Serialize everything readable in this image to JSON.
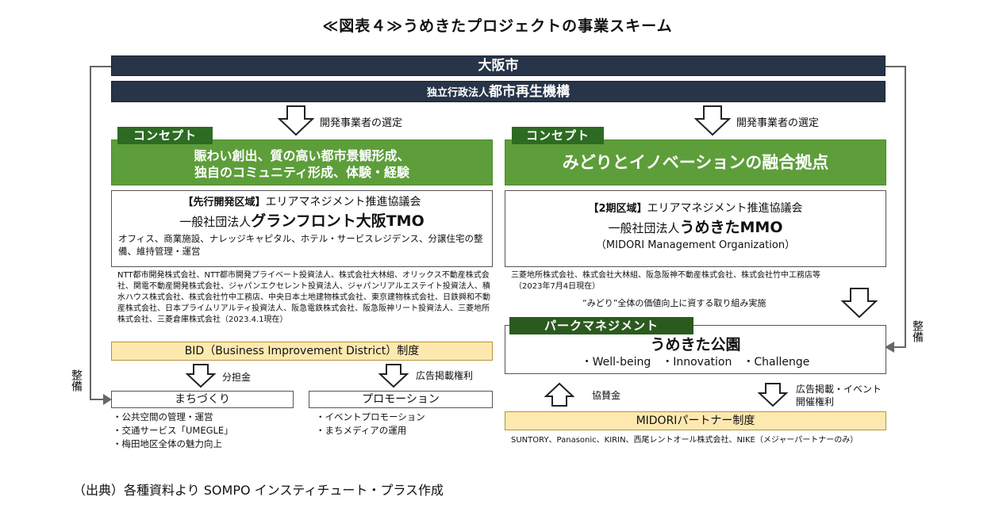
{
  "title": "≪図表４≫うめきたプロジェクトの事業スキーム",
  "top": {
    "osaka": "大阪市",
    "ur_prefix": "独立行政法人",
    "ur_name": "都市再生機構"
  },
  "left": {
    "arrow_label": "開発事業者の選定",
    "tab": "コンセプト",
    "concept_line1": "賑わい創出、質の高い都市景観形成、",
    "concept_line2": "独自のコミュニティ形成、体験・経験",
    "area_tag": "【先行開発区域】",
    "council": "エリアマネジメント推進協議会",
    "org_prefix": "一般社団法人",
    "org_name": "グランフロント大阪TMO",
    "desc": "オフィス、商業施設、ナレッジキャピタル、ホテル・サービスレジデンス、分譲住宅の整備、維持管理・運営",
    "members": "NTT都市開発株式会社、NTT都市開発プライベート投資法人、株式会社大林組、オリックス不動産株式会社、関電不動産開発株式会社、ジャパンエクセレント投資法人、ジャパンリアルエステイト投資法人、積水ハウス株式会社、株式会社竹中工務店、中央日本土地建物株式会社、東京建物株式会社、日鉄興和不動産株式会社、日本プライムリアルティ投資法人、阪急電鉄株式会社、阪急阪神リート投資法人、三菱地所株式会社、三菱倉庫株式会社（2023.4.1現在）",
    "bid": "BID（Business Improvement District）制度",
    "arrow_share": "分担金",
    "arrow_ad": "広告掲載権利",
    "machizukuri": "まちづくり",
    "machizukuri_items": [
      "・公共空間の管理・運営",
      "・交通サービス「UMEGLE」",
      "・梅田地区全体の魅力向上"
    ],
    "promotion": "プロモーション",
    "promotion_items": [
      "・イベントプロモーション",
      "・まちメディアの運用"
    ],
    "side_label": "整備"
  },
  "right": {
    "arrow_label": "開発事業者の選定",
    "tab": "コンセプト",
    "concept": "みどりとイノベーションの融合拠点",
    "area_tag": "【2期区域】",
    "council": "エリアマネジメント推進協議会",
    "org_prefix": "一般社団法人",
    "org_name": "うめきたMMO",
    "org_en": "（MIDORI Management Organization）",
    "members": "三菱地所株式会社、株式会社大林組、阪急阪神不動産株式会社、株式会社竹中工務店等",
    "members_date": "（2023年7月4日現在）",
    "value_text": "“みどり”全体の価値向上に資する取り組み実施",
    "park_tab": "パークマネジメント",
    "park_name": "うめきた公園",
    "park_items": "・Well-being　・Innovation　・Challenge",
    "arrow_sponsor": "協賛金",
    "arrow_ad": "広告掲載・イベント開催権利",
    "partner": "MIDORIパートナー制度",
    "partners_list": "SUNTORY、Panasonic、KIRIN、西尾レントオール株式会社、NIKE（メジャーパートナーのみ）",
    "side_label": "整備"
  },
  "source": "（出典）各種資料より SOMPO インスティチュート・プラス作成"
}
